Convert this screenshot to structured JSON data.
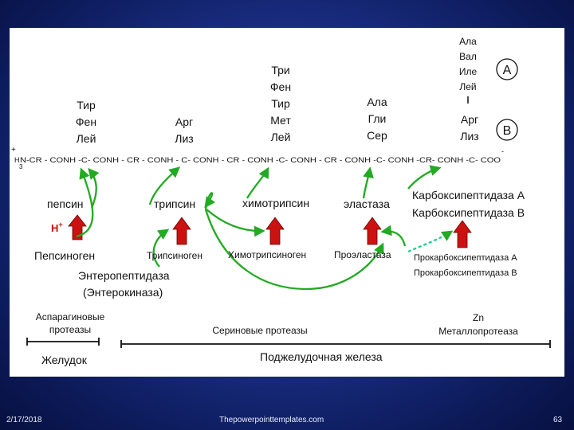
{
  "aa_groups": {
    "g1": [
      "Тир",
      "Фен",
      "Лей"
    ],
    "g2": [
      "Арг",
      "Лиз"
    ],
    "g3": [
      "Три",
      "Фен",
      "Тир",
      "Мет",
      "Лей"
    ],
    "g4": [
      "Ала",
      "Гли",
      "Сер"
    ],
    "g5a": [
      "Ала",
      "Вал",
      "Иле",
      "Лей"
    ],
    "g5b": [
      "Арг",
      "Лиз"
    ]
  },
  "circle_labels": {
    "a": "A",
    "b": "B"
  },
  "chain": {
    "h": "H",
    "sub3": "3",
    "plus": "+",
    "body": "N-CR - CONH -C- CONH - CR - CONH - C- CONH - CR - CONH -C- CONH - CR - CONH -C- CONH -CR- CONH -C- COO",
    "minus": "-"
  },
  "enzymes": {
    "pepsin": "пепсин",
    "trypsin": "трипсин",
    "chymotrypsin": "химотрипсин",
    "elastase": "эластаза",
    "carboxy_a": "Карбоксипептидаза А",
    "carboxy_b": "Карбоксипептидаза В"
  },
  "h_plus": {
    "h": "H",
    "plus": "+"
  },
  "zymogens": {
    "pepsinogen": "Пепсиноген",
    "trypsinogen": "Трипсиноген",
    "chymotrypsinogen": "Химотрипсиноген",
    "proelastase": "Проэластаза",
    "procarboxy_a": "Прокарбоксипептидаза А",
    "procarboxy_b": "Прокарбоксипептидаза В"
  },
  "enteropeptidase": {
    "line1": "Энтеропептидаза",
    "line2": "(Энтерокиназа)"
  },
  "classes": {
    "aspartic_1": "Аспарагиновые",
    "aspartic_2": "протеазы",
    "serine": "Сериновые протеазы",
    "zn": "Zn",
    "metallo": "Металлопротеаза"
  },
  "organs": {
    "stomach": "Желудок",
    "pancreas": "Поджелудочная железа"
  },
  "footer": {
    "date": "2/17/2018",
    "site": "Thepowerpointtemplates.com",
    "page": "63"
  },
  "colors": {
    "red_arrow": "#cc1111",
    "green_arrow": "#22aa22",
    "h_plus": "#cc1111"
  }
}
